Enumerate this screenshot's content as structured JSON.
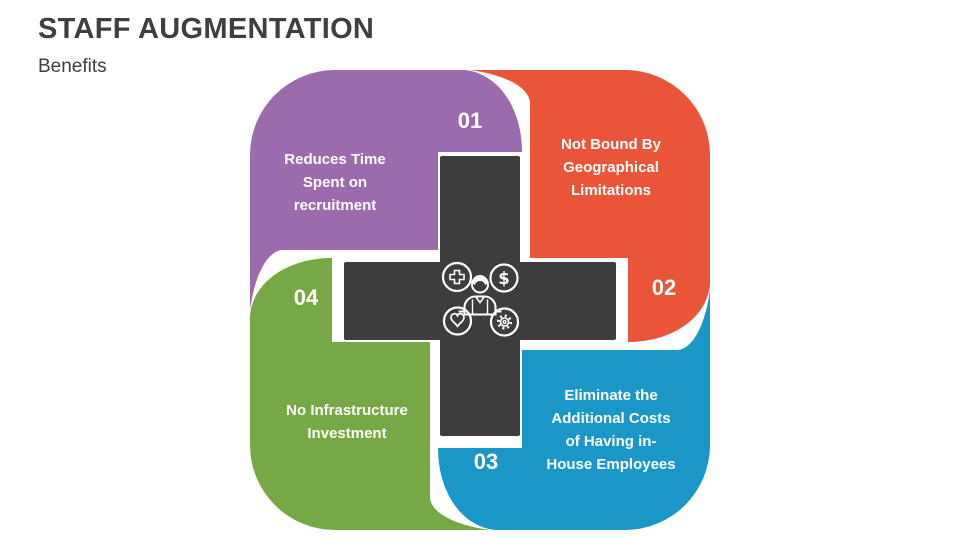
{
  "slide": {
    "title": "STAFF AUGMENTATION",
    "subtitle": "Benefits"
  },
  "diagram": {
    "colors": {
      "purple": "#9b6bad",
      "orange": "#e85539",
      "blue": "#1b97c7",
      "green": "#76a845",
      "dark": "#3d3d3d",
      "label_text": "#ffffff"
    },
    "items": [
      {
        "number": "01",
        "position": "top-left",
        "color": "#9b6bad",
        "label": "Reduces Time Spent on recruitment",
        "lines": [
          "Reduces Time",
          "Spent on",
          "recruitment"
        ]
      },
      {
        "number": "02",
        "position": "top-right",
        "color": "#e85539",
        "label": "Not Bound By Geographical Limitations",
        "lines": [
          "Not Bound By",
          "Geographical",
          "Limitations"
        ]
      },
      {
        "number": "03",
        "position": "bottom-right",
        "color": "#1b97c7",
        "label": "Eliminate the Additional Costs of Having in-House Employees",
        "lines": [
          "Eliminate the",
          "Additional Costs",
          "of Having in-",
          "House Employees"
        ]
      },
      {
        "number": "04",
        "position": "bottom-left",
        "color": "#76a845",
        "label": "No Infrastructure Investment",
        "lines": [
          "No Infrastructure",
          "Investment"
        ]
      }
    ],
    "center": {
      "icons": [
        "person-icon",
        "medical-cross-icon",
        "dollar-icon",
        "heart-icon",
        "gear-icon"
      ],
      "dollar_glyph": "$"
    }
  }
}
